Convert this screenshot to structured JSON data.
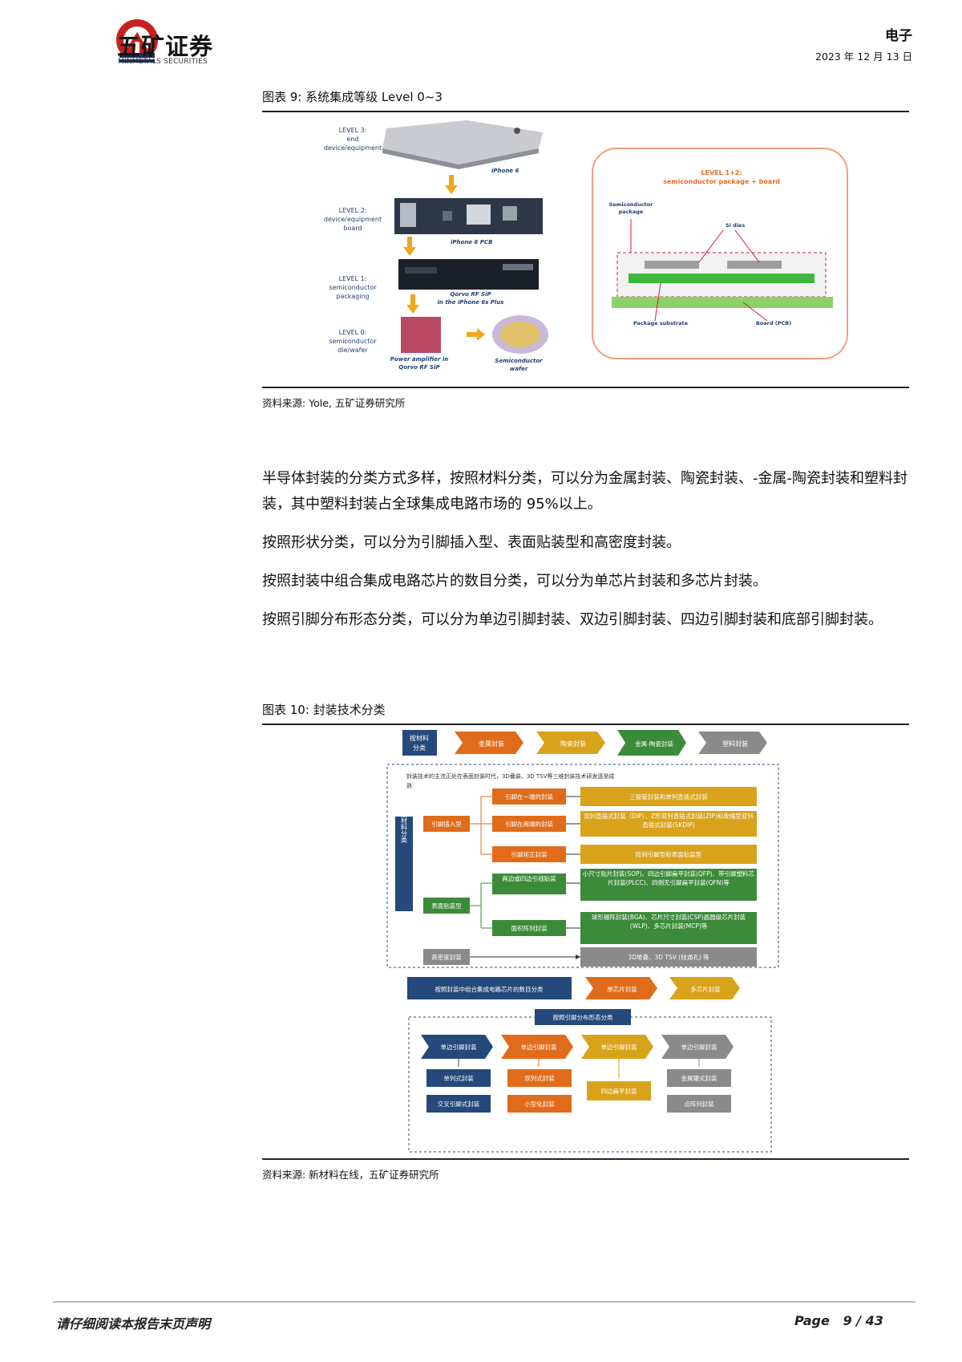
{
  "header": {
    "brand_cn": "五矿证券",
    "brand_en": "MINMETALS SECURITIES",
    "sector": "电子",
    "date": "2023 年 12 月 13 日"
  },
  "figure9": {
    "title": "图表 9: 系统集成等级 Level 0~3",
    "level3": [
      "LEVEL 3:",
      "end",
      "device/equipment"
    ],
    "level3_caption": "iPhone 6",
    "level2": [
      "LEVEL 2:",
      "device/equipment",
      "board"
    ],
    "level2_caption": "iPhone 6 PCB",
    "level1": [
      "LEVEL 1:",
      "semiconductor",
      "packaging"
    ],
    "level1_caption": [
      "Qorvo RF SiP",
      "in the iPhone 6s Plus"
    ],
    "level0": [
      "LEVEL 0:",
      "semiconductor",
      "die/wafer"
    ],
    "level0_caption_left": [
      "Power amplifier in",
      "Qorvo RF SiP"
    ],
    "level0_caption_right": [
      "Semiconductor",
      "wafer"
    ],
    "right_title": [
      "LEVEL 1+2:",
      "semiconductor package + board"
    ],
    "label_package": [
      "Semiconductor",
      "package"
    ],
    "label_si": "Si dies",
    "label_substrate": "Package substrate",
    "label_board": "Board (PCB)",
    "source": "资料来源: Yole, 五矿证券研究所"
  },
  "body": {
    "p1": "半导体封装的分类方式多样，按照材料分类，可以分为金属封装、陶瓷封装、-金属-陶瓷封装和塑料封装，其中塑料封装占全球集成电路市场的 95%以上。",
    "p2": "按照形状分类，可以分为引脚插入型、表面贴装型和高密度封装。",
    "p3": "按照封装中组合集成电路芯片的数目分类，可以分为单芯片封装和多芯片封装。",
    "p4": "按照引脚分布形态分类，可以分为单边引脚封装、双边引脚封装、四边引脚封装和底部引脚封装。"
  },
  "figure10": {
    "title": "图表 10: 封装技术分类",
    "mat_label": [
      "按材料",
      "分类"
    ],
    "mat_items": [
      "金属封装",
      "陶瓷封装",
      "金属-陶瓷封装",
      "塑料封装"
    ],
    "note": [
      "封装技术的主流正处在表面封装时代，3D叠装、3D TSV等三维封装技术研发逐渐成",
      "熟"
    ],
    "side_label": "按材料分类",
    "thru_hole": "引脚插入型",
    "thru_sub": [
      "引脚在一端的封装",
      "引脚在两端的封装",
      "引脚矩正封装"
    ],
    "thru_desc": [
      "三极管封装和单列直插式封装",
      "双列直插式封装（DIP）、Z形双列直插式封装(ZIP)和收缩型双列直插式封装(SKDIP)",
      "阵列引脚型和表面贴装型"
    ],
    "smt": "表面贴装型",
    "smt_sub": [
      "两边或四边引线贴装",
      "面积阵列封装"
    ],
    "smt_desc": [
      "小尺寸贴片封装(SOP)、四边引脚扁平封装(QFP)、带引脚塑料芯片封装(PLCC)、四侧无引脚扁平封装(QFN)等",
      "球形栅阵封装(BGA)、芯片尺寸封装(CSP)晶圆级芯片封装(WLP)、多芯片封装(MCP)等"
    ],
    "hd": "高密度封装",
    "hd_desc": "3D堆叠、3D TSV (硅通孔) 等",
    "chip_label": "按照封装中组合集成电路芯片的数目分类",
    "chip_items": [
      "单芯片封装",
      "多芯片封装"
    ],
    "pin_label": "按照引脚分布形态分类",
    "pin_items": [
      "单边引脚封装",
      "单边引脚封装",
      "单边引脚封装",
      "单边引脚封装"
    ],
    "pin_col1": [
      "单列式封装",
      "交叉引脚式封装"
    ],
    "pin_col2": [
      "双列式封装",
      "小型化封装"
    ],
    "pin_col3": [
      "四边扁平封装"
    ],
    "pin_col4": [
      "金属罐式封装",
      "点阵列封装"
    ],
    "source": "资料来源: 新材料在线，五矿证券研究所"
  },
  "footer": {
    "disclaimer": "请仔细阅读本报告末页声明",
    "page": "Page   9 / 43"
  },
  "colors": {
    "navy": "#24497a",
    "orange": "#e06c1b",
    "gold": "#d9a21b",
    "green": "#3c8b3a",
    "gray": "#8a8a8a"
  }
}
